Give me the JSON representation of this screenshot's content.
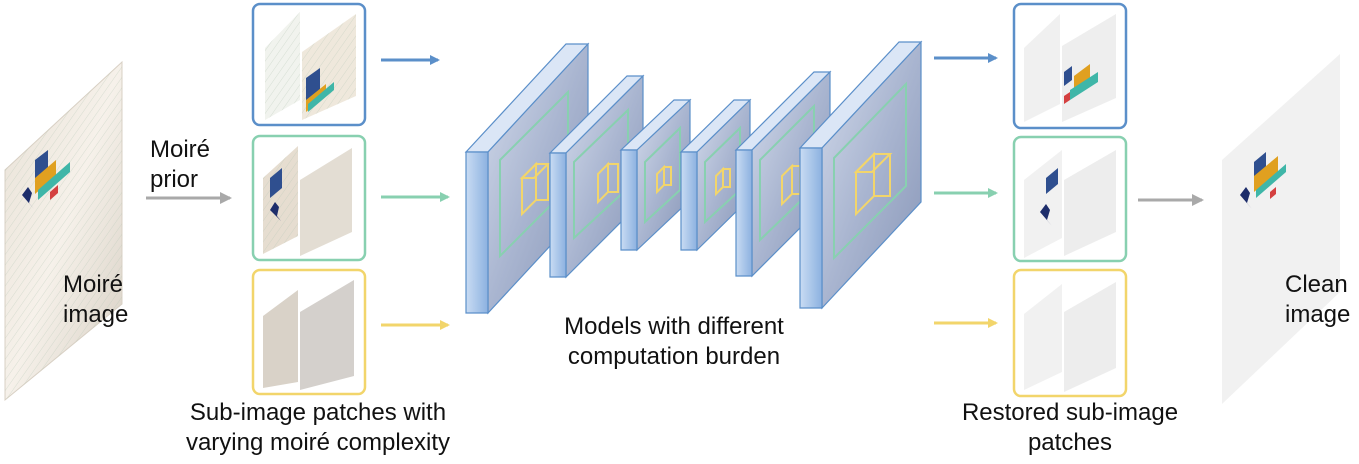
{
  "labels": {
    "moire_image": [
      "Moiré",
      "image"
    ],
    "moire_prior": [
      "Moiré",
      "prior"
    ],
    "patches_caption": [
      "Sub-image patches with",
      "varying moiré complexity"
    ],
    "models_caption": [
      "Models with different",
      "computation burden"
    ],
    "restored_caption": [
      "Restored sub-image",
      "patches"
    ],
    "clean_image": [
      "Clean",
      "image"
    ]
  },
  "colors": {
    "blue": "#5b8fc9",
    "green": "#88d0b0",
    "yellow": "#f2d56b",
    "gray_arrow": "#a9a9a9",
    "layer_face": "#9aa8c6",
    "layer_side": "#8fb4e3"
  },
  "moire_bar_colors": [
    "#2f4f8f",
    "#e0a020",
    "#3fb6a8",
    "#d44040"
  ]
}
